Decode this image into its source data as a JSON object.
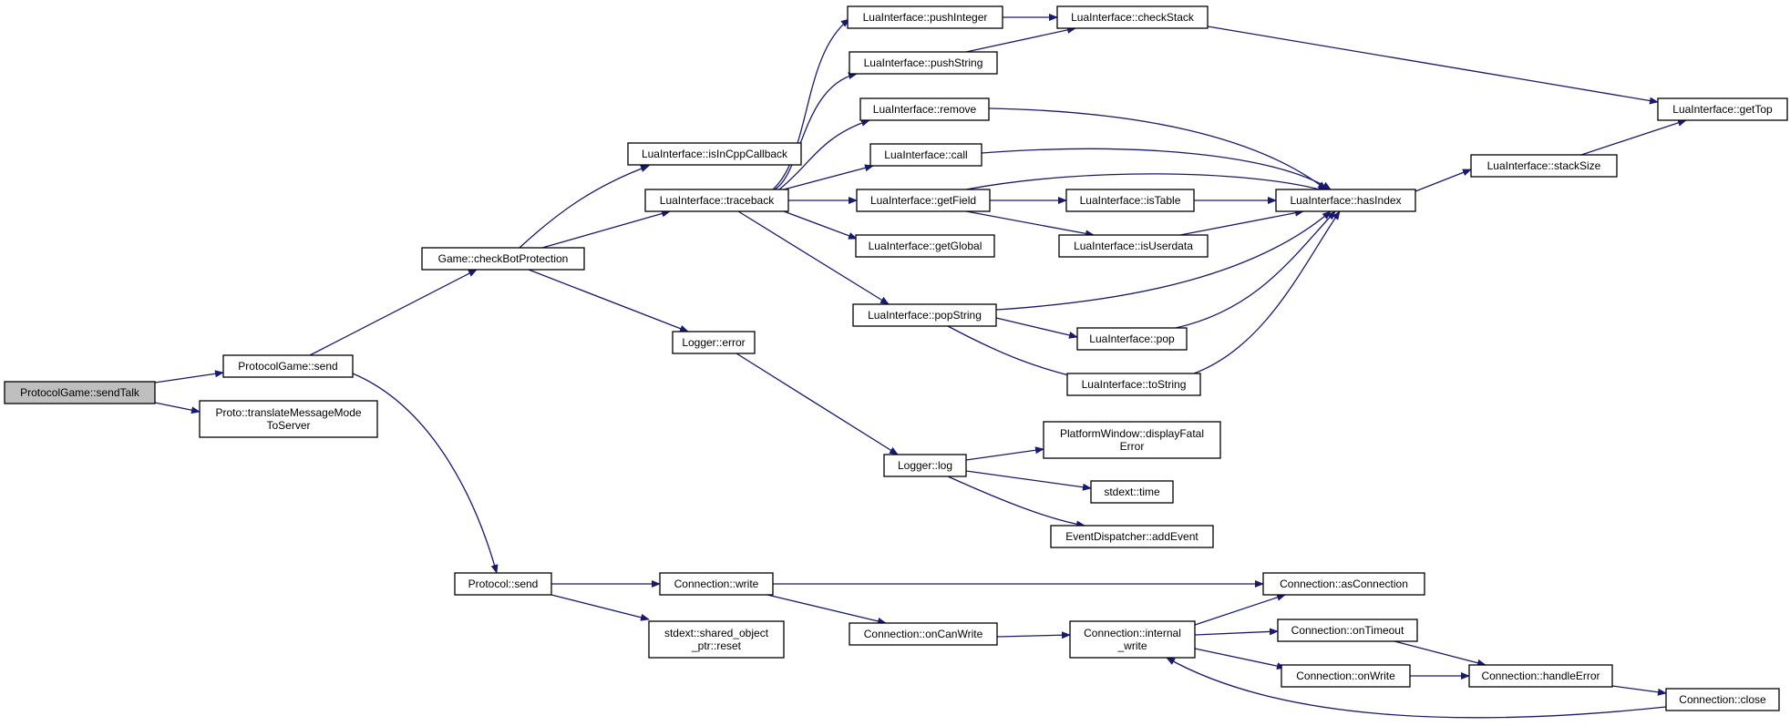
{
  "colors": {
    "edge": "#191970",
    "root_fill": "#bfbfbf",
    "node_fill": "#ffffff",
    "border": "#000000"
  },
  "nodes": {
    "sendTalk": [
      "ProtocolGame::sendTalk"
    ],
    "pgSend": [
      "ProtocolGame::send"
    ],
    "translate": [
      "Proto::translateMessageMode",
      "ToServer"
    ],
    "checkBot": [
      "Game::checkBotProtection"
    ],
    "protoSend": [
      "Protocol::send"
    ],
    "isInCpp": [
      "LuaInterface::isInCppCallback"
    ],
    "traceback": [
      "LuaInterface::traceback"
    ],
    "loggerError": [
      "Logger::error"
    ],
    "pushInteger": [
      "LuaInterface::pushInteger"
    ],
    "pushString": [
      "LuaInterface::pushString"
    ],
    "remove": [
      "LuaInterface::remove"
    ],
    "call": [
      "LuaInterface::call"
    ],
    "getField": [
      "LuaInterface::getField"
    ],
    "getGlobal": [
      "LuaInterface::getGlobal"
    ],
    "popString": [
      "LuaInterface::popString"
    ],
    "checkStack": [
      "LuaInterface::checkStack"
    ],
    "isTable": [
      "LuaInterface::isTable"
    ],
    "isUserdata": [
      "LuaInterface::isUserdata"
    ],
    "pop": [
      "LuaInterface::pop"
    ],
    "toString": [
      "LuaInterface::toString"
    ],
    "hasIndex": [
      "LuaInterface::hasIndex"
    ],
    "stackSize": [
      "LuaInterface::stackSize"
    ],
    "getTop": [
      "LuaInterface::getTop"
    ],
    "loggerLog": [
      "Logger::log"
    ],
    "displayFatal": [
      "PlatformWindow::displayFatal",
      "Error"
    ],
    "stdTime": [
      "stdext::time"
    ],
    "addEvent": [
      "EventDispatcher::addEvent"
    ],
    "connWrite": [
      "Connection::write"
    ],
    "sharedReset": [
      "stdext::shared_object",
      "_ptr::reset"
    ],
    "onCanWrite": [
      "Connection::onCanWrite"
    ],
    "internalWrite": [
      "Connection::internal",
      "_write"
    ],
    "asConnection": [
      "Connection::asConnection"
    ],
    "onTimeout": [
      "Connection::onTimeout"
    ],
    "onWrite": [
      "Connection::onWrite"
    ],
    "handleError": [
      "Connection::handleError"
    ],
    "close": [
      "Connection::close"
    ]
  }
}
